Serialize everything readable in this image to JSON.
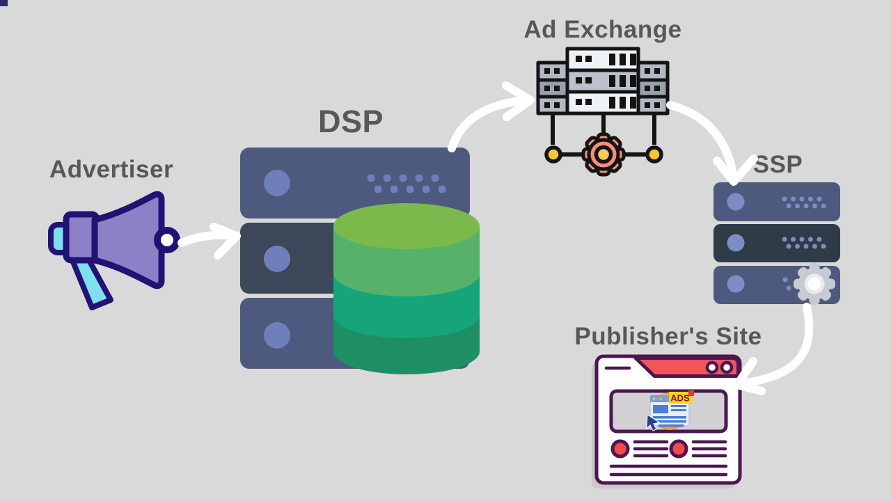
{
  "labels": {
    "advertiser": "Advertiser",
    "dsp": "DSP",
    "ad_exchange": "Ad Exchange",
    "ssp": "SSP",
    "publisher": "Publisher's Site"
  },
  "publisher": {
    "ads_badge": "ADS"
  },
  "flow_order": [
    "Advertiser",
    "DSP",
    "Ad Exchange",
    "SSP",
    "Publisher's Site"
  ],
  "colors": {
    "background": "#d9d9d9",
    "label_text": "#58585a",
    "server_bar": "#4e5a7d",
    "server_bar_dark": "#3c4759",
    "server_bar_darker": "#2f3b47",
    "server_accent": "#6f7fbc",
    "db_green_top": "#7cb94d",
    "db_green_1": "#56b269",
    "db_green_2": "#16a57a",
    "db_green_3": "#1e8f63",
    "megaphone_body": "#8d80c7",
    "megaphone_outline": "#221273",
    "megaphone_accent": "#7ee0ee",
    "exchange_light": "#eef1f5",
    "exchange_gray": "#bcc2cc",
    "exchange_side": "#b2b9c3",
    "exchange_side_dark": "#99a1ad",
    "ink": "#141414",
    "gear_body": "#f78e7d",
    "gear_center": "#f9cb59",
    "node_dot": "#f6c533",
    "ssp_gear": "#c6cbd2",
    "ssp_gear_inner": "#e9ebee",
    "browser_bar": "#f2545c",
    "browser_outline": "#4b1651",
    "browser_shadow": "#c9c7c9",
    "ad_orange": "#f5a233",
    "ad_yellow": "#f8d21c",
    "ad_page_blue": "#4b7fd0",
    "list_dot": "#ef4b4b",
    "arrow": "#ffffff"
  }
}
